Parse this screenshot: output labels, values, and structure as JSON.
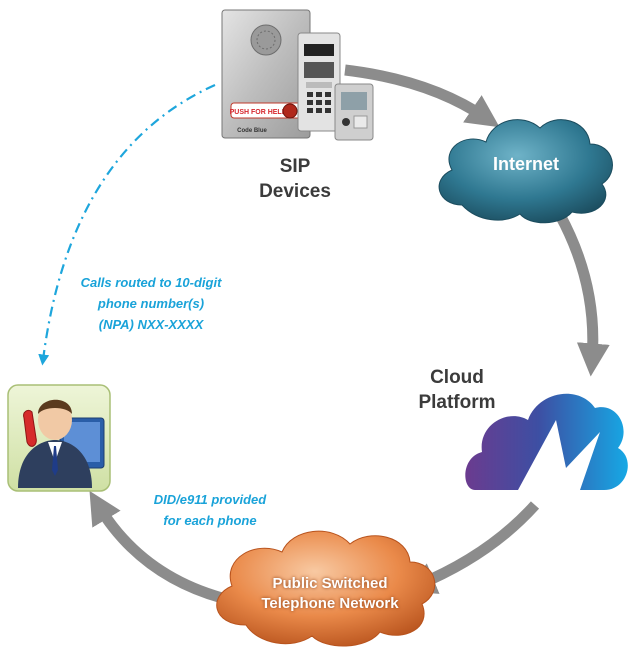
{
  "devices": {
    "label_line1": "SIP",
    "label_line2": "Devices",
    "panel_text": "PUSH FOR HELP",
    "panel_brand": "Code Blue"
  },
  "internet": {
    "label": "Internet"
  },
  "cloud_platform": {
    "label_line1": "Cloud",
    "label_line2": "Platform"
  },
  "pstn": {
    "label_line1": "Public Switched",
    "label_line2": "Telephone Network"
  },
  "calls_note": {
    "line1": "Calls routed to 10-digit",
    "line2": "phone number(s)",
    "line3": "(NPA) NXX-XXXX"
  },
  "did_note": {
    "line1": "DID/e911 provided",
    "line2": "for each phone"
  },
  "colors": {
    "arrow": "#8c8c8c",
    "dashed": "#1ea6dc",
    "internet_cloud": "#2e6f86",
    "pstn_cloud": "#e07a3e",
    "platform_purple": "#6a3a8e",
    "platform_blue": "#19a6e3"
  }
}
